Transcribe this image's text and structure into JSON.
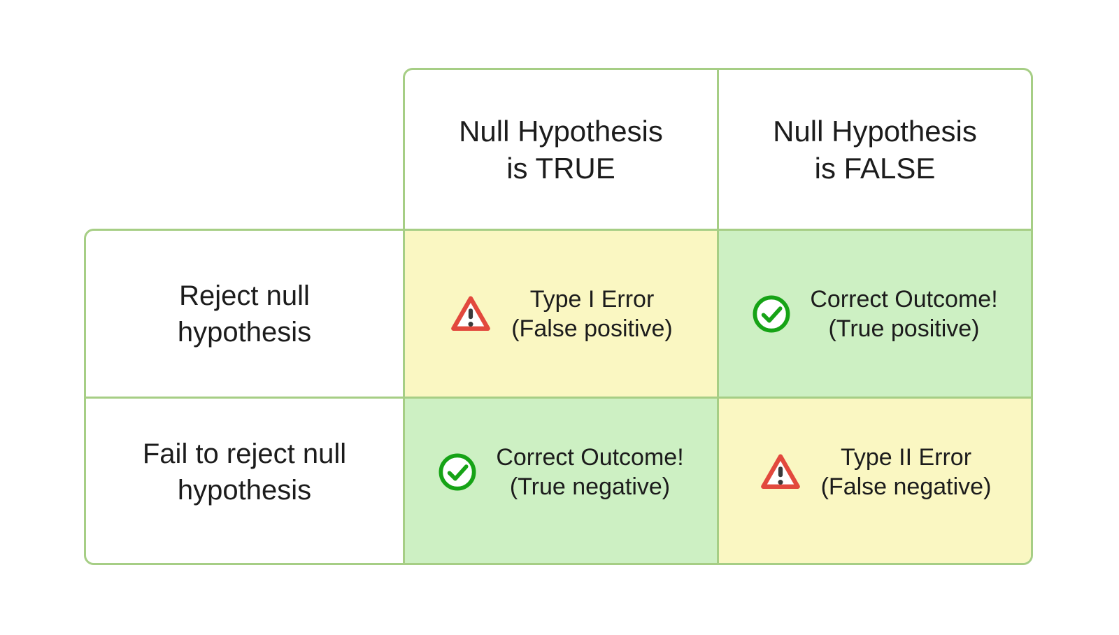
{
  "matrix": {
    "column_headers": [
      {
        "line1": "Null Hypothesis",
        "line2": "is TRUE"
      },
      {
        "line1": "Null Hypothesis",
        "line2": "is FALSE"
      }
    ],
    "row_headers": [
      {
        "line1": "Reject null",
        "line2": "hypothesis"
      },
      {
        "line1": "Fail to reject null",
        "line2": "hypothesis"
      }
    ],
    "cells": [
      [
        {
          "icon": "warning-icon",
          "tone": "warning",
          "line1": "Type I Error",
          "line2": "(False positive)"
        },
        {
          "icon": "check-icon",
          "tone": "success",
          "line1": "Correct Outcome!",
          "line2": "(True positive)"
        }
      ],
      [
        {
          "icon": "check-icon",
          "tone": "success",
          "line1": "Correct Outcome!",
          "line2": "(True negative)"
        },
        {
          "icon": "warning-icon",
          "tone": "warning",
          "line1": "Type II Error",
          "line2": "(False negative)"
        }
      ]
    ]
  },
  "colors": {
    "canvas_bg": "#FFFFFF",
    "grid_border": "#A6CE85",
    "error_cell_bg": "#FAF7C2",
    "correct_cell_bg": "#CDF0C3",
    "warning_red": "#E2493D",
    "warning_glyph": "#3A3A3A",
    "check_green": "#16A316",
    "text": "#1C1C1C"
  }
}
